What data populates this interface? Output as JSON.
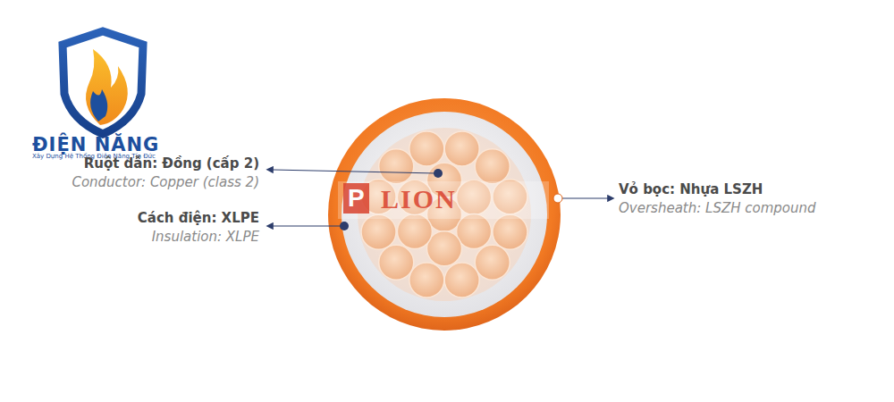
{
  "diagram": {
    "labels": [
      "ĐIỆN NĂNG",
      "Xây Dựng Hệ Thống Điện Năng Tín Đức",
      "Ruột dẫn: Đồng (cấp 2)",
      "Conductor: Copper (class 2)",
      "Cách điện: XLPE",
      "Insulation: XLPE",
      "Vỏ bọc: Nhựa LSZH",
      "Oversheath: LSZH compound",
      "P",
      "LION"
    ]
  }
}
